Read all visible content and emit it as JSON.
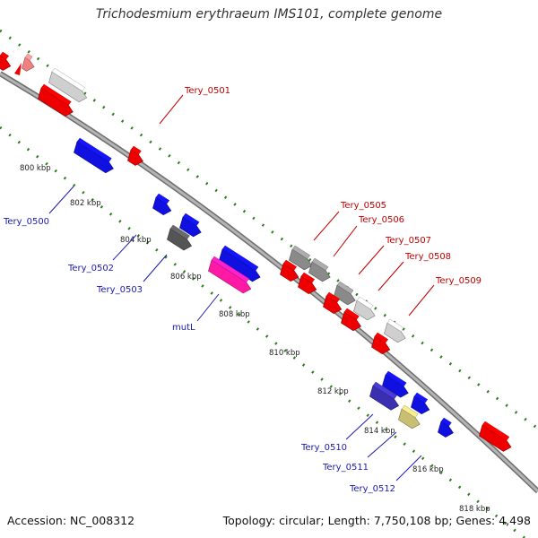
{
  "title": "Trichodesmium erythraeum IMS101, complete genome",
  "footer": {
    "accession": "Accession: NC_008312",
    "topology": "Topology: circular; Length: 7,750,108 bp; Genes: 4,498"
  },
  "colors": {
    "backbone": "#8a8a8a",
    "tick": "#2e7d1e",
    "forward_label": "#c00000",
    "reverse_label": "#1a1ab0"
  },
  "ticks": [
    {
      "label": "800 kbp"
    },
    {
      "label": "802 kbp"
    },
    {
      "label": "804 kbp"
    },
    {
      "label": "806 kbp"
    },
    {
      "label": "808 kbp"
    },
    {
      "label": "810 kbp"
    },
    {
      "label": "812 kbp"
    },
    {
      "label": "814 kbp"
    },
    {
      "label": "816 kbp"
    },
    {
      "label": "818 kbp"
    }
  ],
  "gene_labels": [
    {
      "name": "Tery_0500",
      "strand": "reverse"
    },
    {
      "name": "Tery_0501",
      "strand": "forward"
    },
    {
      "name": "Tery_0502",
      "strand": "reverse"
    },
    {
      "name": "Tery_0503",
      "strand": "reverse"
    },
    {
      "name": "mutL",
      "strand": "reverse"
    },
    {
      "name": "Tery_0505",
      "strand": "forward"
    },
    {
      "name": "Tery_0506",
      "strand": "forward"
    },
    {
      "name": "Tery_0507",
      "strand": "forward"
    },
    {
      "name": "Tery_0508",
      "strand": "forward"
    },
    {
      "name": "Tery_0509",
      "strand": "forward"
    },
    {
      "name": "Tery_0510",
      "strand": "reverse"
    },
    {
      "name": "Tery_0511",
      "strand": "reverse"
    },
    {
      "name": "Tery_0512",
      "strand": "reverse"
    }
  ]
}
